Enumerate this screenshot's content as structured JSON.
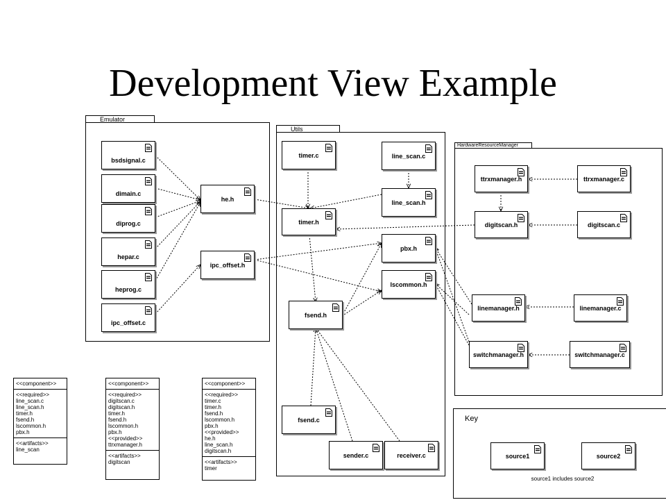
{
  "title": "Development View Example",
  "packages": {
    "emulator": "Emulator",
    "utils": "Utils",
    "hardware": "HardwareResourceManager"
  },
  "files": {
    "bsdsignal_c": "bsdsignal.c",
    "dimain_c": "dimain.c",
    "diprog_c": "diprog.c",
    "hepar_c": "hepar.c",
    "heprog_c": "heprog.c",
    "ipc_offset_c": "ipc_offset.c",
    "he_h": "he.h",
    "ipc_offset_h": "ipc_offset.h",
    "timer_c": "timer.c",
    "line_scan_c": "line_scan.c",
    "line_scan_h": "line_scan.h",
    "timer_h": "timer.h",
    "pbx_h": "pbx.h",
    "lscommon_h": "lscommon.h",
    "fsend_h": "fsend.h",
    "fsend_c": "fsend.c",
    "sender_c": "sender.c",
    "receiver_c": "receiver.c",
    "ttrxmanager_h": "ttrxmanager.h",
    "ttrxmanager_c": "ttrxmanager.c",
    "digitscan_h": "digitscan.h",
    "digitscan_c": "digitscan.c",
    "linemanager_h": "linemanager.h",
    "linemanager_c": "linemanager.c",
    "switchmanager_h": "switchmanager.h",
    "switchmanager_c": "switchmanager.c"
  },
  "specs": [
    {
      "sections": [
        [
          "<<component>>"
        ],
        [
          "<<required>>",
          "line_scan.c",
          "line_scan.h",
          "timer.h",
          "fsend.h",
          "lscommon.h",
          "pbx.h"
        ],
        [
          "<<artifacts>>",
          "line_scan"
        ]
      ]
    },
    {
      "sections": [
        [
          "<<component>>"
        ],
        [
          "<<required>>",
          "digitscan.c",
          "digitscan.h",
          "timer.h",
          "fsend.h",
          "lscommon.h",
          "pbx.h",
          "<<provided>>",
          "ttrxmanager.h"
        ],
        [
          "<<artifacts>>",
          "digitscan"
        ]
      ]
    },
    {
      "sections": [
        [
          "<<component>>"
        ],
        [
          "<<required>>",
          "timer.c",
          "timer.h",
          "fsend.h",
          "lscommon.h",
          "pbx.h",
          "<<provided>>",
          "he.h",
          "line_scan.h",
          "digitscan.h"
        ],
        [
          "<<artifacts>>",
          "timer"
        ]
      ]
    }
  ],
  "key": {
    "title": "Key",
    "source1": "source1",
    "source2": "source2",
    "caption": "source1 includes source2"
  }
}
